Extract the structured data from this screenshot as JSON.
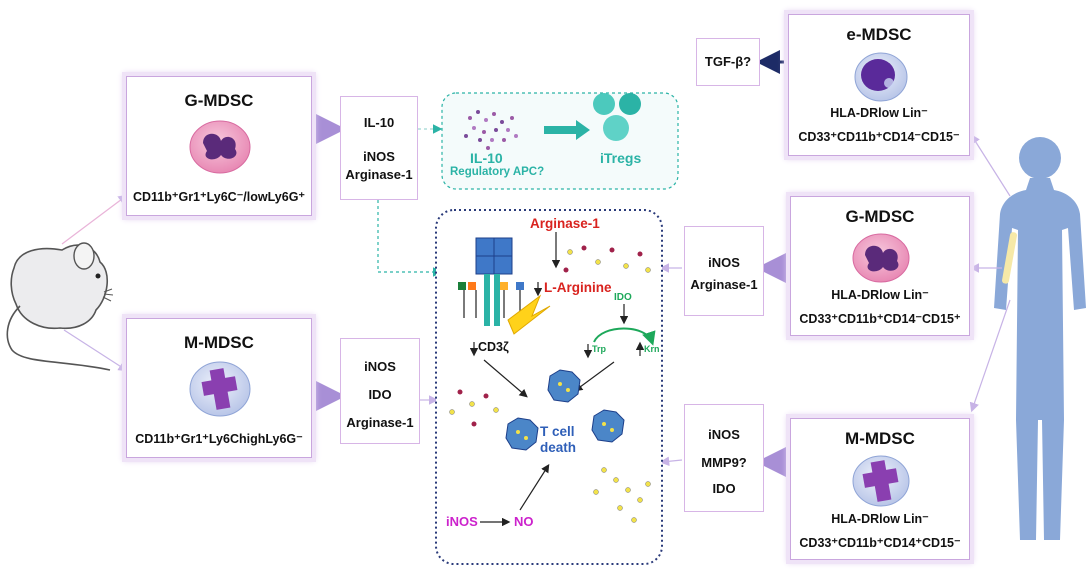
{
  "colors": {
    "mdsc_border": "#d7b5e6",
    "arrow_purple": "#a88fd6",
    "teal": "#2bb3a6",
    "red": "#d9231f",
    "magenta": "#cc22cc",
    "green": "#1da85a",
    "dark_blue": "#1d2b66",
    "human": "#8aa8d8"
  },
  "left": {
    "g_mdsc": {
      "title": "G-MDSC",
      "markers": "CD11b⁺Gr1⁺Ly6C⁻/lowLy6G⁺"
    },
    "m_mdsc": {
      "title": "M-MDSC",
      "markers": "CD11b⁺Gr1⁺Ly6ChighLy6G⁻"
    },
    "g_factors": [
      "IL-10",
      "iNOS",
      "Arginase-1"
    ],
    "m_factors": [
      "iNOS",
      "IDO",
      "Arginase-1"
    ]
  },
  "il10_panel": {
    "il10": "IL-10",
    "regulatory_apc": "Regulatory APC?",
    "itregs": "iTregs"
  },
  "center": {
    "arginase": "Arginase-1",
    "l_arginine": "L-Arginine",
    "ido": "IDO",
    "trp": "Trp",
    "krn": "Krn",
    "cd3z": "CD3ζ",
    "t_cell_death": "T cell death",
    "inos": "iNOS",
    "no": "NO"
  },
  "right": {
    "e_mdsc": {
      "title": "e-MDSC",
      "line1": "HLA-DRlow Lin⁻",
      "line2": "CD33⁺CD11b⁺CD14⁻CD15⁻"
    },
    "g_mdsc": {
      "title": "G-MDSC",
      "line1": "HLA-DRlow Lin⁻",
      "line2": "CD33⁺CD11b⁺CD14⁻CD15⁺"
    },
    "m_mdsc": {
      "title": "M-MDSC",
      "line1": "HLA-DRlow Lin⁻",
      "line2": "CD33⁺CD11b⁺CD14⁺CD15⁻"
    },
    "tgf": "TGF-β?",
    "g_factors": [
      "iNOS",
      "Arginase-1"
    ],
    "m_factors": [
      "iNOS",
      "MMP9?",
      "IDO"
    ]
  },
  "icons": [
    "mouse-icon",
    "human-silhouette-icon",
    "neutrophil-cell-icon",
    "monocyte-cell-icon",
    "early-mdsc-cell-icon",
    "t-cell-receptor-icon",
    "lightning-icon",
    "dying-t-cell-icon"
  ]
}
